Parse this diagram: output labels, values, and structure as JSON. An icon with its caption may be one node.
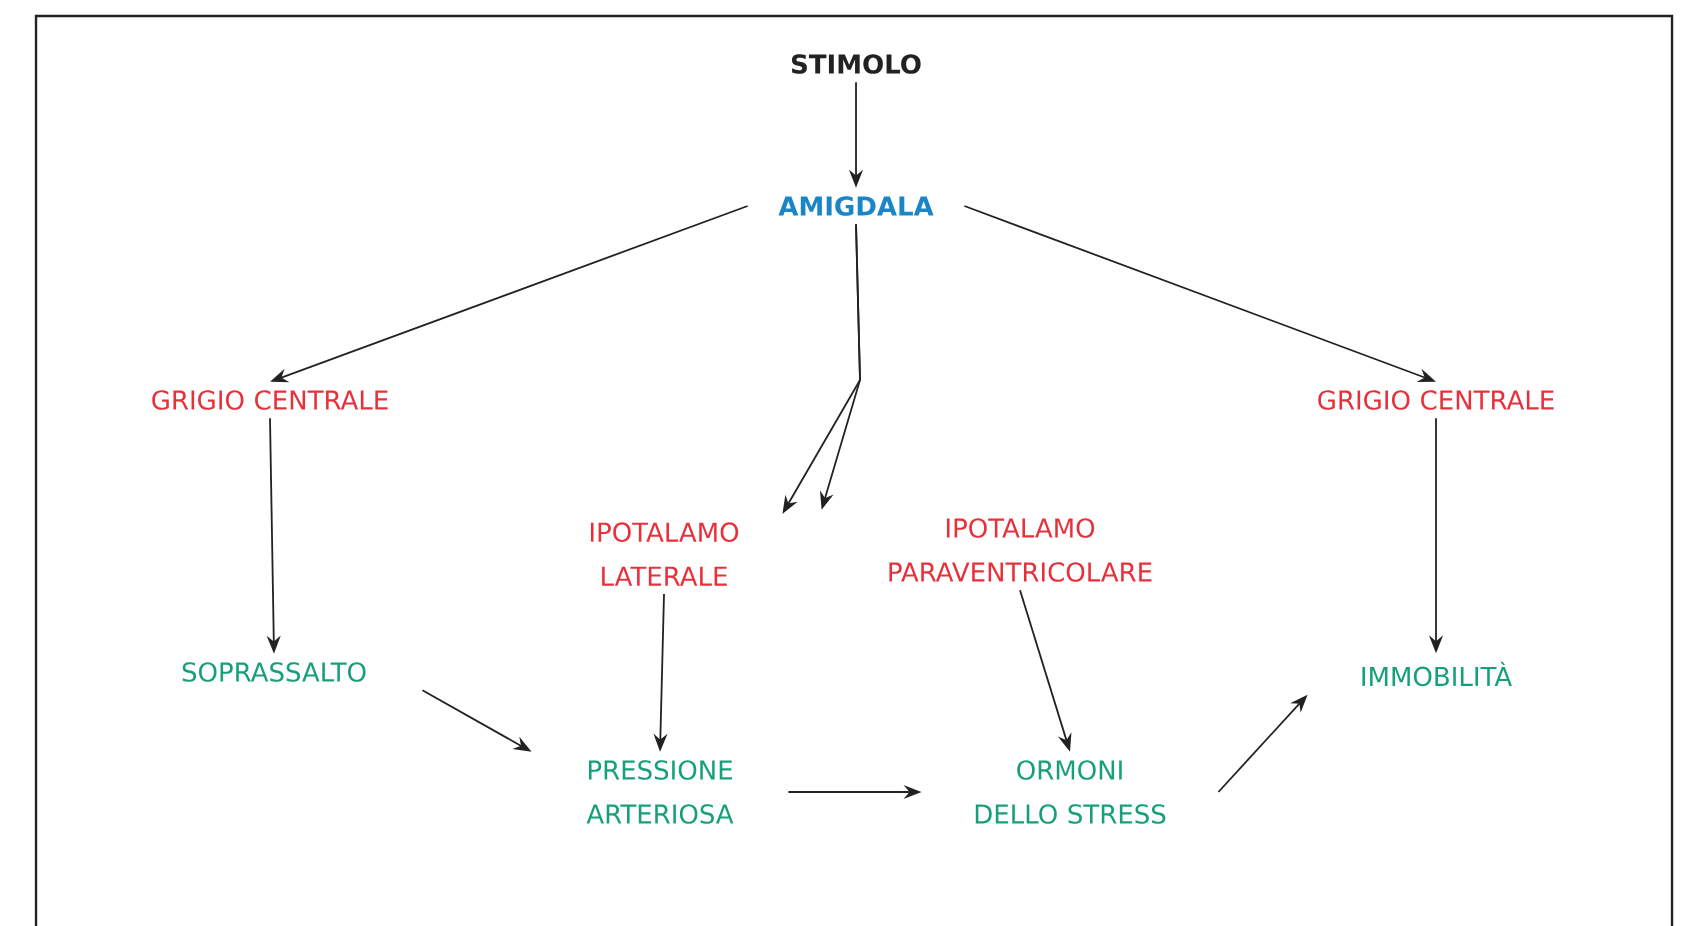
{
  "diagram": {
    "nodes": [
      {
        "text": [
          "STIMOLO"
        ]
      },
      {
        "text": [
          "AMIGDALA"
        ]
      },
      {
        "text": [
          "GRIGIO CENTRALE"
        ]
      },
      {
        "text": [
          "GRIGIO CENTRALE"
        ]
      },
      {
        "text": [
          "IPOTALAMO LATERALE"
        ]
      },
      {
        "text": [
          "IPOTALAMO PARAVENTRICOLARE"
        ]
      },
      {
        "text": [
          "SOPRASSALTO"
        ]
      },
      {
        "text": [
          "IMMOBILITÀ"
        ]
      },
      {
        "text": [
          "PRESSIONE ARTERIOSA"
        ]
      },
      {
        "text": [
          "ORMONI DELLO STRESS"
        ]
      }
    ],
    "edges": [
      {
        "from": 0,
        "to": 1,
        "arrow": "to"
      },
      {
        "from": 1,
        "to": 2,
        "arrow": "to"
      },
      {
        "from": 1,
        "to": 3,
        "arrow": "to"
      },
      {
        "from": 1,
        "to": 4,
        "arrow": "to"
      },
      {
        "from": 1,
        "to": 5,
        "arrow": "to"
      },
      {
        "from": 2,
        "to": 6,
        "arrow": "to"
      },
      {
        "from": 3,
        "to": 7,
        "arrow": "to"
      },
      {
        "from": 4,
        "to": 8,
        "arrow": "to"
      },
      {
        "from": 5,
        "to": 9,
        "arrow": "to"
      },
      {
        "from": 6,
        "to": 8,
        "arrow": "to"
      },
      {
        "from": 8,
        "to": 9,
        "arrow": "to"
      },
      {
        "from": 9,
        "to": 7,
        "arrow": "to"
      }
    ]
  }
}
